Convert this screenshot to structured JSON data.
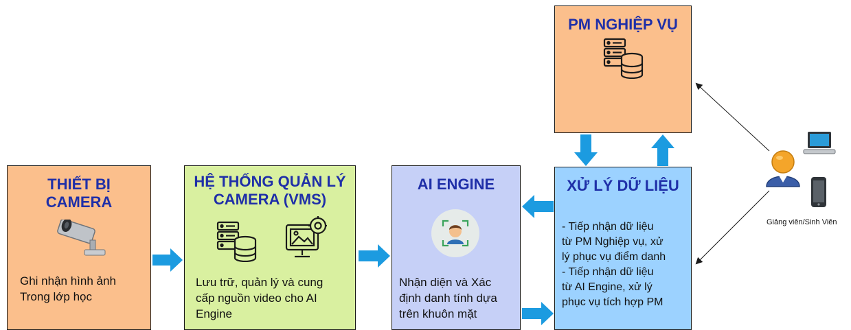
{
  "colors": {
    "orange": "#fbbf8c",
    "green": "#d9f0a0",
    "lavender": "#c6d0f7",
    "light_blue": "#9cd2ff",
    "title_blue": "#1f2fa8",
    "arrow_blue": "#1c9be0"
  },
  "boxes": {
    "camera": {
      "title": "THIẾT BỊ\nCAMERA",
      "desc": "Ghi nhận hình ảnh\nTrong lớp học",
      "icon": "cctv-camera-icon"
    },
    "vms": {
      "title": "HỆ THỐNG QUẢN LÝ\nCAMERA (VMS)",
      "desc": "Lưu trữ, quản lý và cung\ncấp nguồn video cho AI\nEngine",
      "icons": [
        "server-database-icon",
        "monitor-settings-icon"
      ]
    },
    "ai_engine": {
      "title": "AI ENGINE",
      "desc": "Nhận diện và Xác\nđịnh danh tính dựa\ntrên khuôn mặt",
      "icon": "face-recognition-icon"
    },
    "data_processing": {
      "title": "XỬ LÝ DỮ LIỆU",
      "desc": "- Tiếp nhận dữ liệu\ntừ PM Nghiệp vụ, xử\nlý phục vụ điểm danh\n- Tiếp nhận dữ liệu\ntừ AI Engine, xử lý\nphục vụ tích hợp PM"
    },
    "business_software": {
      "title": "PM NGHIỆP VỤ",
      "icon": "server-database-icon"
    }
  },
  "users": {
    "caption": "Giảng viên/Sinh Viên",
    "icons": [
      "user-icon",
      "laptop-icon",
      "smartphone-icon"
    ]
  }
}
